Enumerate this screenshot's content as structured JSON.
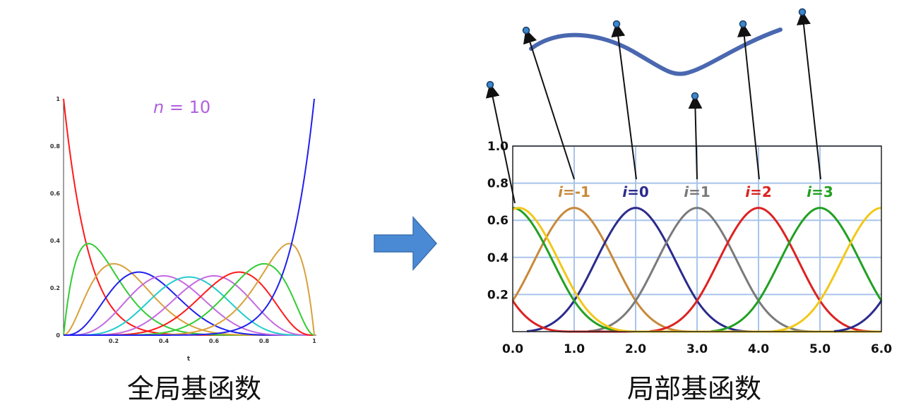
{
  "chart_data": [
    {
      "type": "line",
      "title": "",
      "annotation": "n = 10",
      "annotation_var": "n",
      "annotation_rest": " = 10",
      "xlabel": "t",
      "ylabel": "",
      "caption": "全局基函数",
      "xlim": [
        0,
        1
      ],
      "ylim": [
        0,
        1
      ],
      "x_ticks": [
        "0.2",
        "0.4",
        "0.6",
        "0.8",
        "1"
      ],
      "y_ticks": [
        "0",
        "0.2",
        "0.4",
        "0.6",
        "0.8",
        "1"
      ],
      "basis": "Bernstein",
      "degree": 10,
      "grid": false,
      "series_colors": [
        "#ff1a1a",
        "#33cc33",
        "#d9a03a",
        "#2020ee",
        "#c46ae0",
        "#22cccc",
        "#c46ae0",
        "#ff1a1a",
        "#33cc33",
        "#d9a03a",
        "#2020ee",
        "#b060e0"
      ]
    },
    {
      "type": "line",
      "title": "",
      "xlabel": "",
      "ylabel": "",
      "caption": "局部基函数",
      "xlim": [
        0,
        6
      ],
      "ylim": [
        0,
        1
      ],
      "x_ticks": [
        "0.0",
        "1.0",
        "2.0",
        "3.0",
        "4.0",
        "5.0",
        "6.0"
      ],
      "y_ticks": [
        "0.2",
        "0.4",
        "0.6",
        "0.8",
        "1.0"
      ],
      "grid": true,
      "basis": "uniform cubic B-spline",
      "peak_value": 0.667,
      "series": [
        {
          "label_var": "i",
          "label_rest": "=-1",
          "center": 1,
          "color": "#c8893a"
        },
        {
          "label_var": "i",
          "label_rest": "=0",
          "center": 2,
          "color": "#2b2b8c"
        },
        {
          "label_var": "i",
          "label_rest": "=1",
          "center": 3,
          "color": "#7a7a7a"
        },
        {
          "label_var": "i",
          "label_rest": "=2",
          "center": 4,
          "color": "#dd2222"
        },
        {
          "label_var": "i",
          "label_rest": "=3",
          "center": 5,
          "color": "#22a022"
        },
        {
          "center": 0,
          "color": "#22a022"
        },
        {
          "center": -1,
          "color": "#dd2222"
        },
        {
          "center": 6,
          "color": "#f2c81a"
        },
        {
          "center": 0.1,
          "color": "#f2c81a"
        },
        {
          "center": 7,
          "color": "#2b2b8c"
        }
      ],
      "grid_color": "#a9c4ea",
      "curve_color": "#4a68b0",
      "control_point_color": "#3c88cc"
    }
  ],
  "arrow_color": "#4a8ad4"
}
